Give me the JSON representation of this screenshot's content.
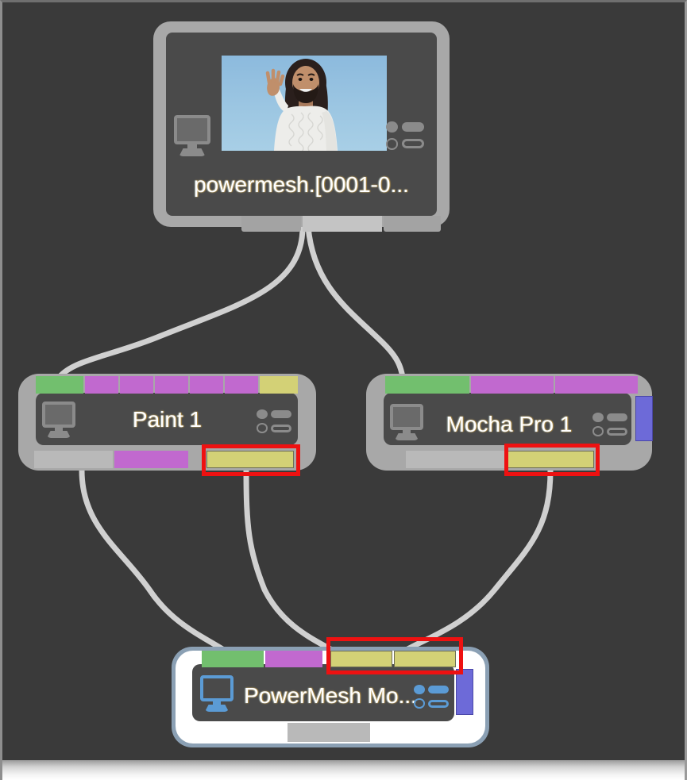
{
  "app": {
    "view": "node-graph",
    "canvas_bg": "#3a3a3a"
  },
  "colors": {
    "node_shell": "#a8a8a8",
    "node_body": "#4a4a4a",
    "port_green": "#72bf6e",
    "port_purple": "#c169cf",
    "port_yellow": "#d3d176",
    "port_grey": "#b9b9b9",
    "port_blue": "#6d6ad8",
    "wire": "#d0d0d0",
    "highlight_red": "#ee1111",
    "selection_white": "#ffffff",
    "selection_outline": "#8ba0b4",
    "active_icon_blue": "#5b9bd5"
  },
  "nodes": {
    "source": {
      "title": "powermesh.[0001-0...",
      "monitor_icon": "monitor-icon",
      "settings_icon": "settings-list-icon",
      "thumbnail_alt": "man waving in white sweater on blue background",
      "output_ports": [
        "grey",
        "lightgrey",
        "grey"
      ]
    },
    "paint": {
      "title": "Paint 1",
      "monitor_icon": "monitor-icon",
      "settings_icon": "settings-list-icon",
      "input_ports": [
        "green",
        "purple",
        "purple",
        "purple",
        "purple",
        "purple",
        "yellow"
      ],
      "output_ports": [
        "grey",
        "purple",
        "yellow"
      ],
      "highlighted_output": "yellow"
    },
    "mocha": {
      "title": "Mocha Pro 1",
      "monitor_icon": "monitor-icon",
      "settings_icon": "settings-list-icon",
      "input_ports": [
        "green",
        "purple",
        "purple"
      ],
      "output_ports": [
        "grey",
        "yellow"
      ],
      "highlighted_output": "yellow",
      "side_tab": "blue"
    },
    "powermesh": {
      "title": "PowerMesh Mo...",
      "monitor_icon": "monitor-icon",
      "settings_icon": "settings-list-icon",
      "selected": "true",
      "input_ports": [
        "green",
        "purple",
        "yellow",
        "yellow"
      ],
      "highlighted_inputs": "yellow, yellow",
      "output_ports": [
        "white",
        "grey",
        "white"
      ],
      "side_tab": "blue"
    }
  },
  "connections": [
    {
      "from": "source.output",
      "to": "paint.input"
    },
    {
      "from": "source.output",
      "to": "mocha.input"
    },
    {
      "from": "paint.output-grey",
      "to": "powermesh.input-1"
    },
    {
      "from": "paint.output-yellow",
      "to": "powermesh.input-yellow-1"
    },
    {
      "from": "mocha.output-yellow",
      "to": "powermesh.input-yellow-2"
    }
  ]
}
